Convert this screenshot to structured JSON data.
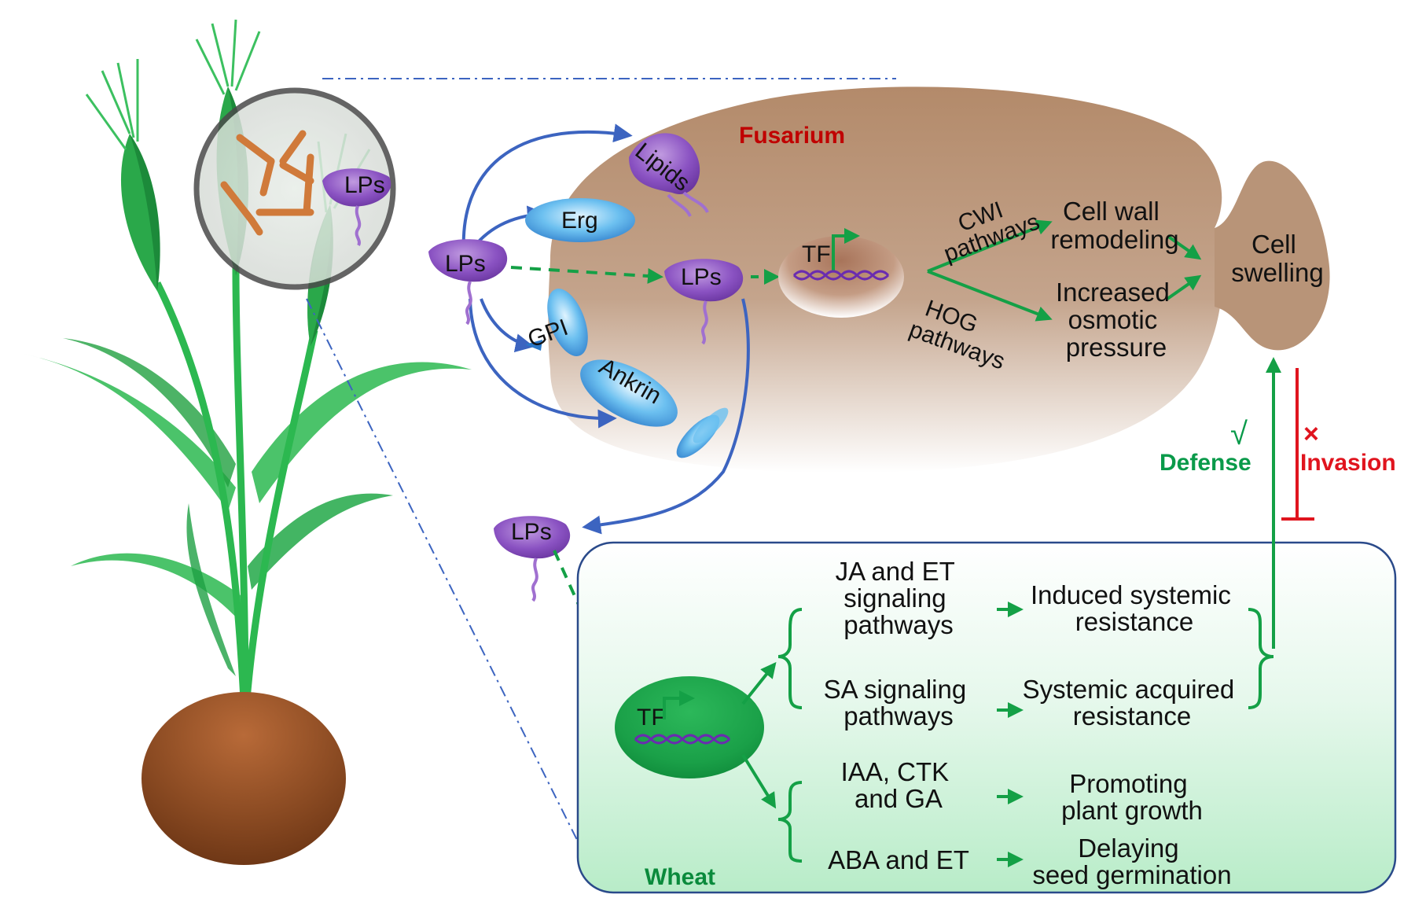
{
  "colors": {
    "fusarium_title": "#c00000",
    "wheat_title": "#0a8a3c",
    "defense": "#0a9a4a",
    "invasion": "#e0141e",
    "blue_arrow": "#3c64c0",
    "green_arrow": "#14a046",
    "lps_purple": "#8a4cc0",
    "cell_fill_top": "#b48c6e",
    "wheat_box_fill": "#d2f2dc",
    "soil": "#8a4a22",
    "plant_green": "#22b04a"
  },
  "fusarium": {
    "title": "Fusarium",
    "lipids": "Lipids",
    "erg": "Erg",
    "gpi": "GPI",
    "ankrin": "Ankrin",
    "lps_outside": "LPs",
    "lps_inside": "LPs",
    "tf": "TF",
    "cwi_line1": "CWI",
    "cwi_line2": "pathways",
    "hog_line1": "HOG",
    "hog_line2": "pathways",
    "cell_wall_line1": "Cell wall",
    "cell_wall_line2": "remodeling",
    "osmotic_line1": "Increased",
    "osmotic_line2": "osmotic",
    "osmotic_line3": "pressure",
    "swelling_line1": "Cell",
    "swelling_line2": "swelling"
  },
  "plant": {
    "zoom_lps": "LPs"
  },
  "secreted": {
    "lps": "LPs"
  },
  "outcome": {
    "check_mark": "√",
    "defense": "Defense",
    "x_mark": "×",
    "invasion": "Invasion"
  },
  "wheat": {
    "title": "Wheat",
    "tf": "TF",
    "ja_line1": "JA and ET",
    "ja_line2": "signaling",
    "ja_line3": "pathways",
    "isr_line1": "Induced systemic",
    "isr_line2": "resistance",
    "sa_line1": "SA signaling",
    "sa_line2": "pathways",
    "sar_line1": "Systemic acquired",
    "sar_line2": "resistance",
    "iaa_line1": "IAA, CTK",
    "iaa_line2": "and GA",
    "growth_line1": "Promoting",
    "growth_line2": "plant  growth",
    "aba": "ABA and ET",
    "germ_line1": "Delaying",
    "germ_line2": "seed germination"
  }
}
